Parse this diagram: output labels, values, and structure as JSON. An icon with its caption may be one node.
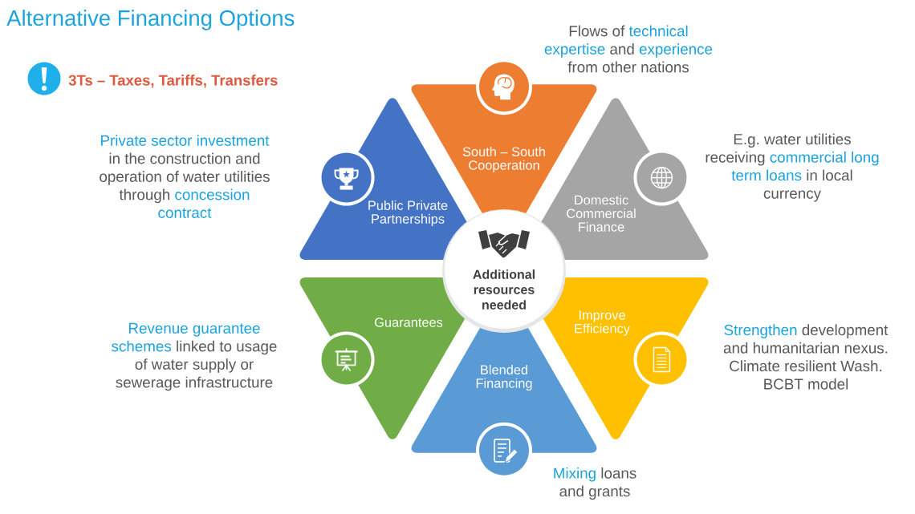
{
  "diagram": {
    "title": "Alternative Financing Options",
    "nodes": [
      {
        "text": [
          "Public Private Partnerships"
        ],
        "beside": [
          "Private sector investment",
          "in the construction and operation of water utilities through",
          "concession contract"
        ]
      },
      {
        "text": [
          "South – South Cooperation"
        ],
        "beside": [
          "Flows of",
          "technical expertise",
          "and",
          "experience",
          "from other nations"
        ]
      },
      {
        "text": [
          "Domestic Commercial Finance"
        ],
        "beside": [
          "E.g. water utilities receiving",
          "commercial long term loans",
          "in local currency"
        ]
      },
      {
        "text": [
          "Additional resources needed"
        ]
      },
      {
        "text": [
          "Guarantees"
        ],
        "beside": [
          "Revenue guarantee schemes",
          "linked to usage of water supply or sewerage infrastructure"
        ]
      },
      {
        "text": [
          "Blended Financing"
        ],
        "beside": [
          "Mixing",
          "loans and grants"
        ]
      },
      {
        "text": [
          "Improve Efficiency"
        ],
        "beside": [
          "Strengthen",
          "development and humanitarian nexus. Climate resilient Wash. BCBT model"
        ]
      }
    ],
    "labels": [
      "3Ts – Taxes, Tariffs, Transfers"
    ]
  }
}
